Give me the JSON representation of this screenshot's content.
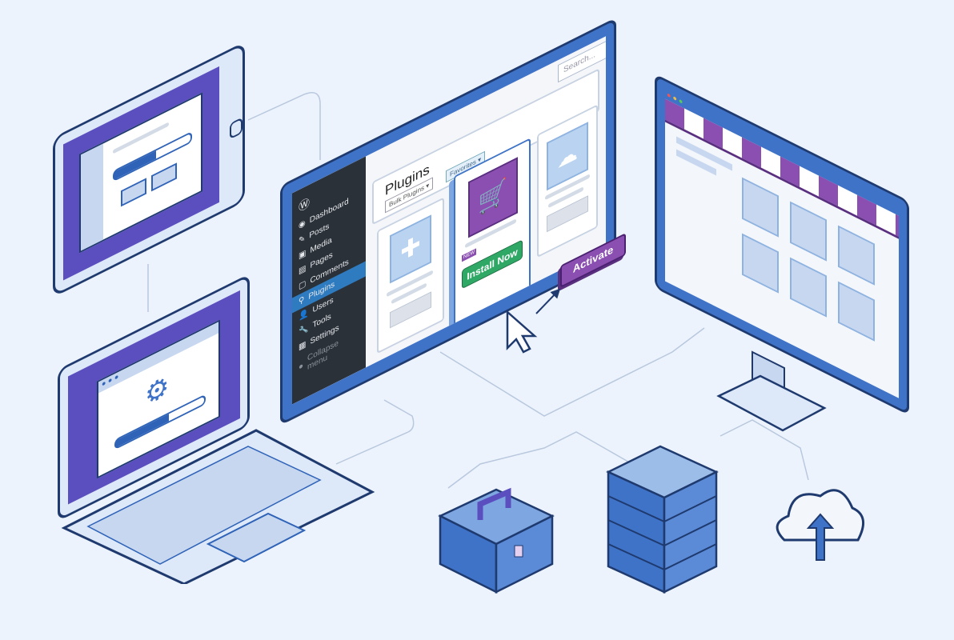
{
  "wp_admin": {
    "search_placeholder": "Search...",
    "page_title": "Plugins",
    "bulk_select": "Bulk Plugins",
    "filter_select": "Favorites",
    "menu": [
      {
        "label": "Dashboard",
        "icon": "dashboard-icon"
      },
      {
        "label": "Posts",
        "icon": "pin-icon"
      },
      {
        "label": "Media",
        "icon": "media-icon"
      },
      {
        "label": "Pages",
        "icon": "pages-icon"
      },
      {
        "label": "Comments",
        "icon": "comment-icon"
      },
      {
        "label": "Plugins",
        "icon": "plug-icon",
        "active": true
      },
      {
        "label": "Users",
        "icon": "user-icon"
      },
      {
        "label": "Tools",
        "icon": "wrench-icon"
      },
      {
        "label": "Settings",
        "icon": "settings-icon"
      },
      {
        "label": "Collapse menu",
        "icon": "collapse-icon"
      }
    ],
    "install_label": "Install Now",
    "activate_label": "Activate",
    "badge": "NEW"
  },
  "colors": {
    "accent": "#2f7bc0",
    "install": "#2fa866",
    "activate": "#8a4fb0",
    "device": "#3f73c8",
    "purple": "#5b4fc0"
  }
}
